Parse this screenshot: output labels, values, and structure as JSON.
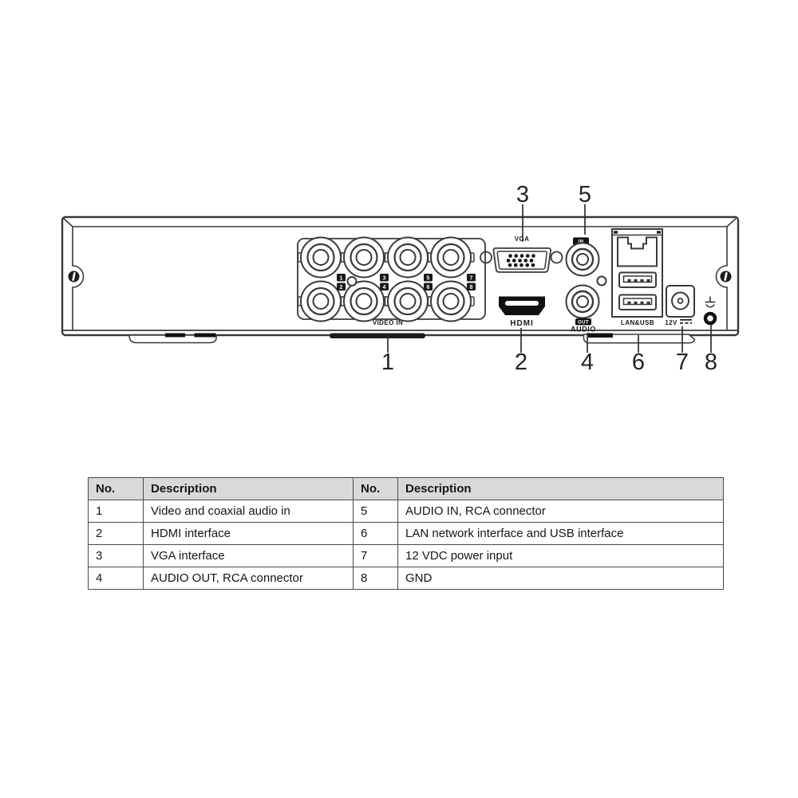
{
  "figure": {
    "connector_labels": {
      "video_in": "VIDEO IN",
      "vga": "VGA",
      "hdmi": "HDMI",
      "audio_in_badge": "IN",
      "audio_out_badge": "OUT",
      "audio": "AUDIO",
      "lan_usb": "LAN&USB",
      "power": "12V"
    },
    "bnc_channel_numbers": [
      "1",
      "2",
      "3",
      "4",
      "5",
      "6",
      "7",
      "8"
    ],
    "callouts": {
      "top": [
        "3",
        "5"
      ],
      "bottom": [
        "1",
        "2",
        "4",
        "6",
        "7",
        "8"
      ]
    }
  },
  "table": {
    "headers": [
      "No.",
      "Description",
      "No.",
      "Description"
    ],
    "rows": [
      [
        "1",
        "Video and coaxial audio in",
        "5",
        "AUDIO IN, RCA connector"
      ],
      [
        "2",
        "HDMI interface",
        "6",
        "LAN network interface and USB interface"
      ],
      [
        "3",
        "VGA interface",
        "7",
        "12 VDC power input"
      ],
      [
        "4",
        "AUDIO OUT, RCA connector",
        "8",
        "GND"
      ]
    ],
    "header_bg": "#d9d9d9"
  },
  "colors": {
    "line": "#3a3a3a",
    "dark_fill": "#111111"
  }
}
